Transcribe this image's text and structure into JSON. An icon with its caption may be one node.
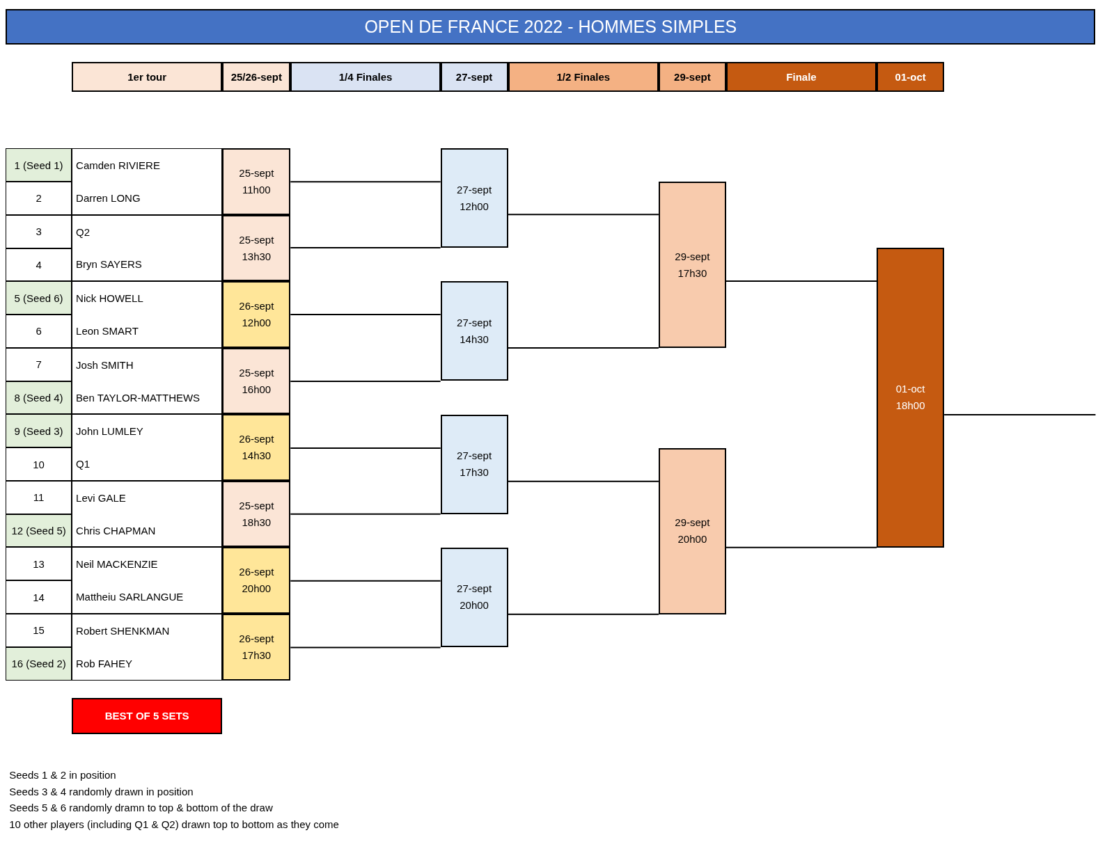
{
  "diagram": {
    "title": "OPEN DE FRANCE 2022 - HOMMES SIMPLES",
    "nodes": [
      {
        "text": [
          "25-sept 11h00"
        ]
      },
      {
        "text": [
          "25-sept 13h30"
        ]
      },
      {
        "text": [
          "26-sept 12h00"
        ]
      },
      {
        "text": [
          "25-sept 16h00"
        ]
      },
      {
        "text": [
          "26-sept 14h30"
        ]
      },
      {
        "text": [
          "25-sept 18h30"
        ]
      },
      {
        "text": [
          "26-sept 20h00"
        ]
      },
      {
        "text": [
          "26-sept 17h30"
        ]
      },
      {
        "text": [
          "27-sept 12h00"
        ]
      },
      {
        "text": [
          "27-sept 14h30"
        ]
      },
      {
        "text": [
          "27-sept 17h30"
        ]
      },
      {
        "text": [
          "27-sept 20h00"
        ]
      },
      {
        "text": [
          "29-sept 17h30"
        ]
      },
      {
        "text": [
          "29-sept 20h00"
        ]
      },
      {
        "text": [
          "01-oct 18h00"
        ]
      },
      {
        "text": [
          "BEST OF 5 SETS"
        ]
      }
    ],
    "edges": [
      {
        "from": 0,
        "to": 8,
        "arrow": "none"
      },
      {
        "from": 1,
        "to": 8,
        "arrow": "none"
      },
      {
        "from": 2,
        "to": 9,
        "arrow": "none"
      },
      {
        "from": 3,
        "to": 9,
        "arrow": "none"
      },
      {
        "from": 4,
        "to": 10,
        "arrow": "none"
      },
      {
        "from": 5,
        "to": 10,
        "arrow": "none"
      },
      {
        "from": 6,
        "to": 11,
        "arrow": "none"
      },
      {
        "from": 7,
        "to": 11,
        "arrow": "none"
      },
      {
        "from": 8,
        "to": 12,
        "arrow": "none"
      },
      {
        "from": 9,
        "to": 12,
        "arrow": "none"
      },
      {
        "from": 10,
        "to": 13,
        "arrow": "none"
      },
      {
        "from": 11,
        "to": 13,
        "arrow": "none"
      },
      {
        "from": 12,
        "to": 14,
        "arrow": "none"
      },
      {
        "from": 13,
        "to": 14,
        "arrow": "none"
      },
      {
        "from": 14,
        "to": null,
        "arrow": "none"
      }
    ],
    "labels": [
      "1er tour",
      "25/26-sept",
      "1/4 Finales",
      "27-sept",
      "1/2 Finales",
      "29-sept",
      "Finale",
      "01-oct",
      "1 (Seed 1)",
      "Camden RIVIERE",
      "2",
      "Darren LONG",
      "3",
      "Q2",
      "4",
      "Bryn SAYERS",
      "5 (Seed 6)",
      "Nick HOWELL",
      "6",
      "Leon SMART",
      "7",
      "Josh SMITH",
      "8 (Seed 4)",
      "Ben TAYLOR-MATTHEWS",
      "9 (Seed 3)",
      "John LUMLEY",
      "10",
      "Q1",
      "11",
      "Levi GALE",
      "12 (Seed 5)",
      "Chris CHAPMAN",
      "13",
      "Neil MACKENZIE",
      "14",
      "Mattheiu SARLANGUE",
      "15",
      "Robert SHENKMAN",
      "16 (Seed 2)",
      "Rob FAHEY",
      "Seeds 1 & 2 in position",
      "Seeds 3 & 4 randomly drawn in position",
      "Seeds 5 & 6 randomly dramn to top & bottom of the draw",
      "10 other players (including Q1 & Q2) drawn top to bottom as they come"
    ]
  }
}
